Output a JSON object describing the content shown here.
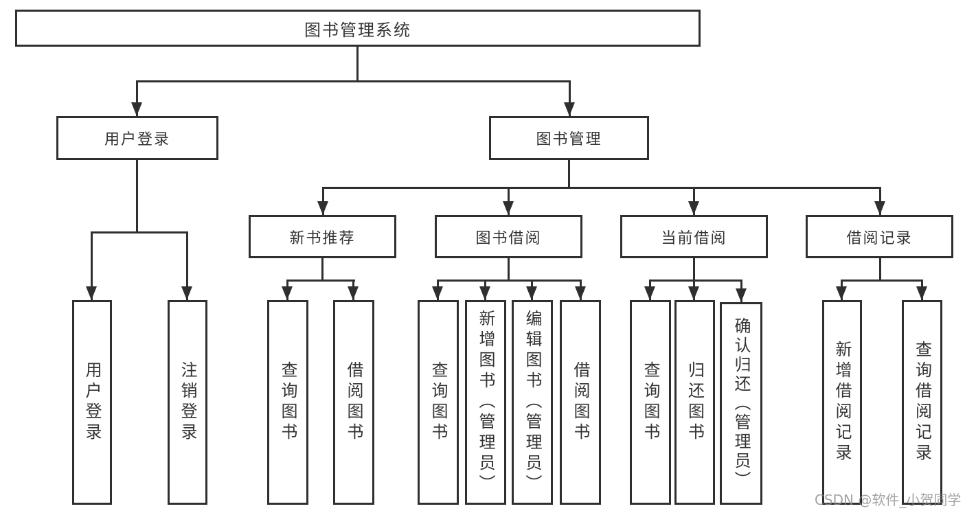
{
  "diagram_title": "图书管理系统",
  "colors": {
    "line": "#2f2f2f",
    "border": "#2f2f2f",
    "text": "#333333",
    "background": "#ffffff",
    "watermark": "#8c8c8c"
  },
  "nodes": {
    "root": {
      "label": "图书管理系统",
      "parent": null
    },
    "user-login": {
      "label": "用户登录",
      "parent": "root"
    },
    "book-mgmt": {
      "label": "图书管理",
      "parent": "root"
    },
    "login": {
      "label": "用户登录",
      "parent": "user-login"
    },
    "logout": {
      "label": "注销登录",
      "parent": "user-login"
    },
    "new-books": {
      "label": "新书推荐",
      "parent": "book-mgmt"
    },
    "book-borrow": {
      "label": "图书借阅",
      "parent": "book-mgmt"
    },
    "current-borrow": {
      "label": "当前借阅",
      "parent": "book-mgmt"
    },
    "borrow-records": {
      "label": "借阅记录",
      "parent": "book-mgmt"
    },
    "nb-query": {
      "label": "查询图书",
      "parent": "new-books"
    },
    "nb-borrow": {
      "label": "借阅图书",
      "parent": "new-books"
    },
    "bb-query": {
      "label": "查询图书",
      "parent": "book-borrow"
    },
    "bb-add": {
      "label": "新增图书（管理员）",
      "parent": "book-borrow"
    },
    "bb-edit": {
      "label": "编辑图书（管理员）",
      "parent": "book-borrow"
    },
    "bb-borrow": {
      "label": "借阅图书",
      "parent": "book-borrow"
    },
    "cb-query": {
      "label": "查询图书",
      "parent": "current-borrow"
    },
    "cb-return": {
      "label": "归还图书",
      "parent": "current-borrow"
    },
    "cb-confirm": {
      "label": "确认归还（管理员）",
      "parent": "current-borrow"
    },
    "br-add": {
      "label": "新增借阅记录",
      "parent": "borrow-records"
    },
    "br-query": {
      "label": "查询借阅记录",
      "parent": "borrow-records"
    }
  },
  "watermark": "CSDN @软件_小贺同学"
}
